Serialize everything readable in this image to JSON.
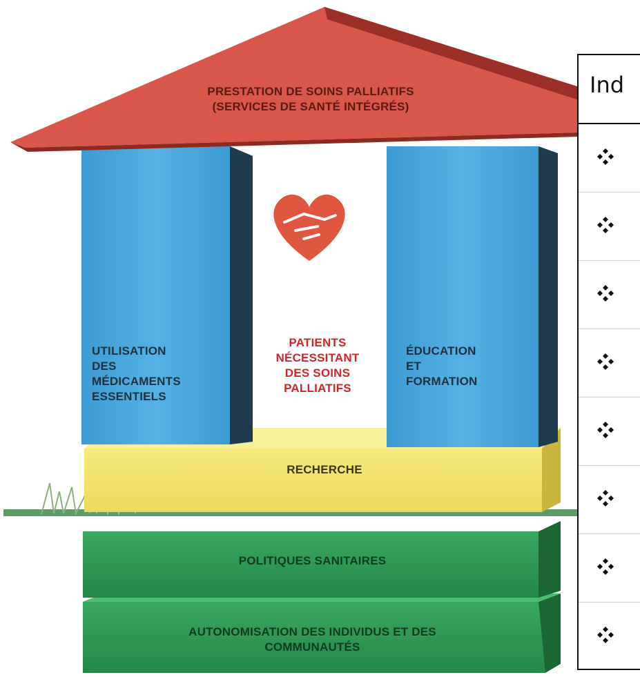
{
  "house": {
    "roof_title_line1": "PRESTATION DE SOINS PALLIATIFS",
    "roof_title_line2": "(SERVICES DE SANTÉ INTÉGRÉS)",
    "left_pillar": [
      "UTILISATION",
      "DES",
      "MÉDICAMENTS",
      "ESSENTIELS"
    ],
    "center": [
      "PATIENTS",
      "NÉCESSITANT",
      "DES SOINS",
      "PALLIATIFS"
    ],
    "right_pillar": [
      "ÉDUCATION",
      "ET",
      "FORMATION"
    ],
    "research_beam": "RECHERCHE",
    "policy_block": "POLITIQUES SANITAIRES",
    "autonomy_line1": "AUTONOMISATION DES INDIVIDUS ET DES",
    "autonomy_line2": "COMMUNAUTÉS",
    "center_icon": "heart-handshake-icon"
  },
  "colors": {
    "roof": "#d9574a",
    "roof_dark": "#9c2f28",
    "pillar": "#4aa6da",
    "pillar_dark": "#1f3b4e",
    "beam": "#f1e26a",
    "green": "#2f9a52",
    "center_text": "#d0262a",
    "heart": "#e0553f"
  },
  "table": {
    "title": "Ind",
    "rows": [
      {
        "icon": "diamond-bullet-icon"
      },
      {
        "icon": "diamond-bullet-icon"
      },
      {
        "icon": "diamond-bullet-icon"
      },
      {
        "icon": "diamond-bullet-icon"
      },
      {
        "icon": "diamond-bullet-icon"
      },
      {
        "icon": "diamond-bullet-icon"
      },
      {
        "icon": "diamond-bullet-icon"
      },
      {
        "icon": "diamond-bullet-icon"
      }
    ]
  }
}
